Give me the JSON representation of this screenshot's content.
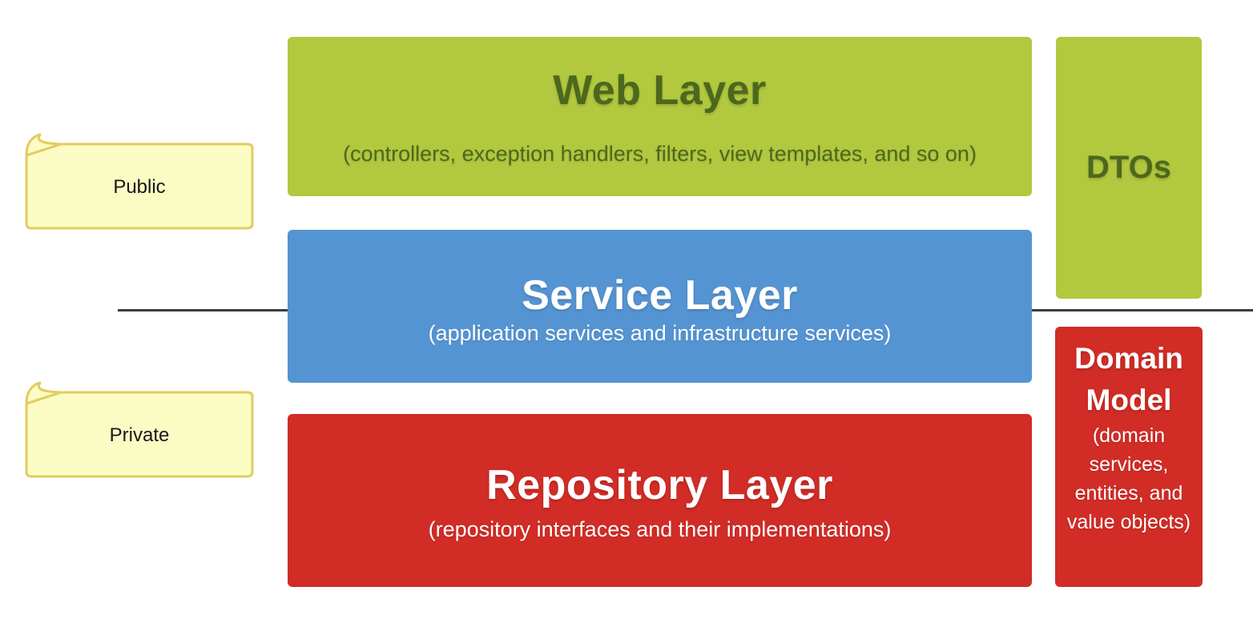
{
  "colors": {
    "layer_green": "#b2c83e",
    "layer_blue": "#5594d2",
    "layer_red": "#d12c26",
    "olive_text": "#4d681e",
    "white_text": "#ffffff",
    "note_fill": "#fbfcc3",
    "note_border": "#e3cb60",
    "note_text": "#16161f",
    "divider_line": "#3d3d3d",
    "background": "#ffffff"
  },
  "layers": {
    "web": {
      "title": "Web Layer",
      "subtitle": "(controllers, exception handlers, filters, view templates, and so on)"
    },
    "service": {
      "title": "Service Layer",
      "subtitle": "(application services and infrastructure services)"
    },
    "repository": {
      "title": "Repository Layer",
      "subtitle": "(repository interfaces and their implementations)"
    }
  },
  "side": {
    "dtos": {
      "label": "DTOs"
    },
    "domain": {
      "title": "Domain Model",
      "subtitle": "(domain services, entities, and value objects)"
    }
  },
  "notes": {
    "public": {
      "label": "Public"
    },
    "private": {
      "label": "Private"
    }
  }
}
